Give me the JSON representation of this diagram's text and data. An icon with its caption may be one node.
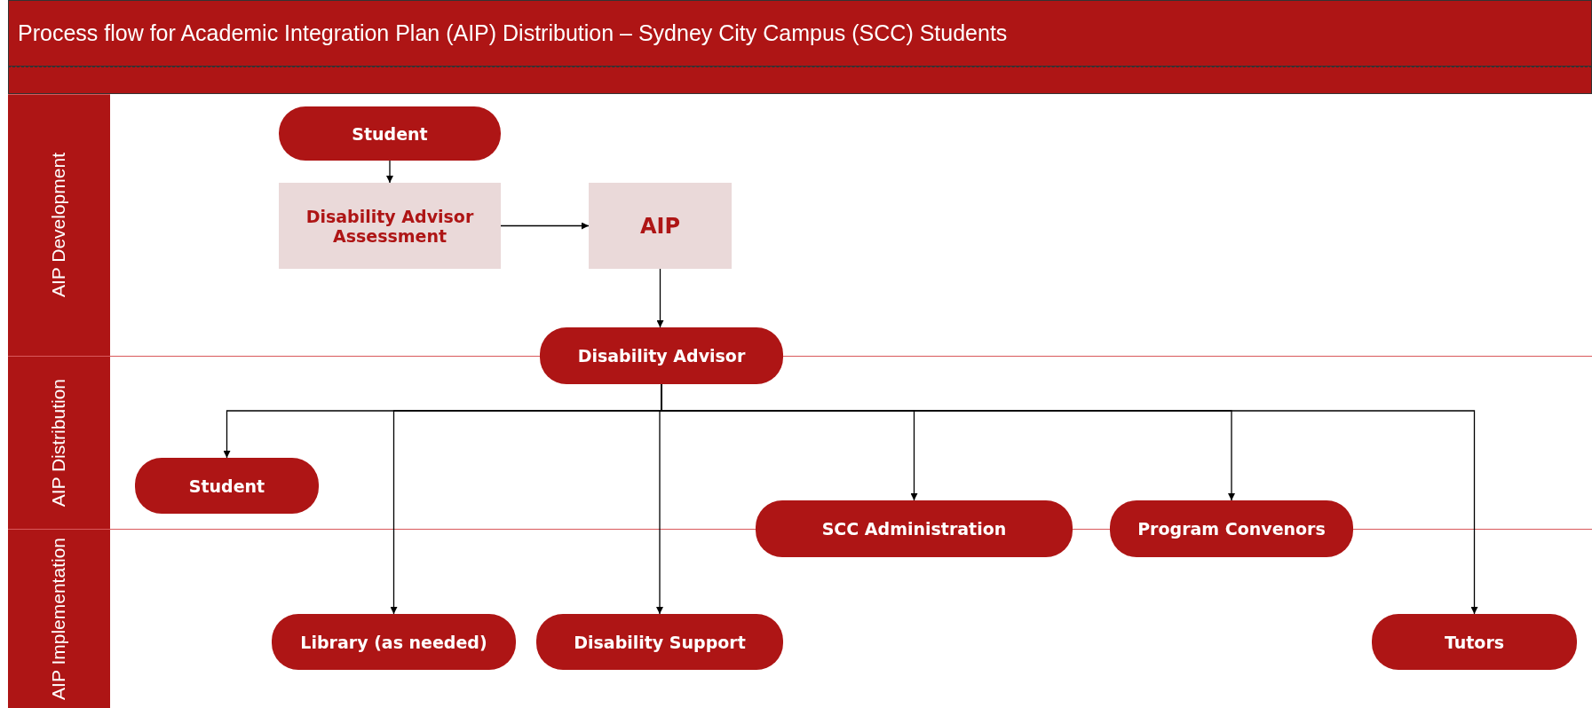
{
  "diagram": {
    "title": "Process flow for Academic Integration Plan (AIP) Distribution – Sydney City Campus (SCC) Students",
    "nodes": [
      {
        "text": [
          "AIP Development"
        ]
      },
      {
        "text": [
          "AIP Distribution"
        ]
      },
      {
        "text": [
          "AIP Implementation"
        ]
      },
      {
        "text": [
          "Student"
        ]
      },
      {
        "text": [
          "Disability Advisor Assessment"
        ]
      },
      {
        "text": [
          "AIP"
        ]
      },
      {
        "text": [
          "Disability Advisor"
        ]
      },
      {
        "text": [
          "Student"
        ]
      },
      {
        "text": [
          "SCC Administration"
        ]
      },
      {
        "text": [
          "Program Convenors"
        ]
      },
      {
        "text": [
          "Library (as needed)"
        ]
      },
      {
        "text": [
          "Disability Support"
        ]
      },
      {
        "text": [
          "Tutors"
        ]
      }
    ],
    "edges": [
      {
        "from": 3,
        "to": 4,
        "arrow": "to"
      },
      {
        "from": 4,
        "to": 5,
        "arrow": "to"
      },
      {
        "from": 5,
        "to": 6,
        "arrow": "to"
      },
      {
        "from": 6,
        "to": 7,
        "arrow": "to"
      },
      {
        "from": 6,
        "to": 10,
        "arrow": "to"
      },
      {
        "from": 6,
        "to": 11,
        "arrow": "to"
      },
      {
        "from": 6,
        "to": 8,
        "arrow": "to"
      },
      {
        "from": 6,
        "to": 9,
        "arrow": "to"
      },
      {
        "from": 6,
        "to": 12,
        "arrow": "to"
      }
    ]
  }
}
